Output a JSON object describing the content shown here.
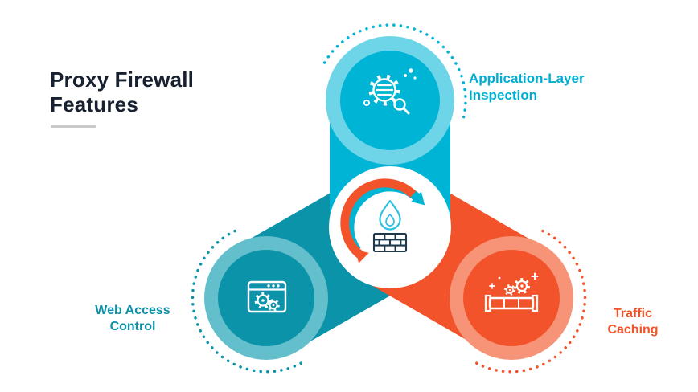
{
  "title": {
    "lines": [
      "Proxy Firewall",
      "Features"
    ],
    "color": "#18212f",
    "underline_color": "#c9c9c9"
  },
  "features": [
    {
      "name": "application-layer-inspection",
      "label_lines": [
        "Application-Layer",
        "Inspection"
      ],
      "position": "top",
      "color": "#00b4d6",
      "color_light": "#6ed5e8",
      "icon": "gear-inspection-icon"
    },
    {
      "name": "web-access-control",
      "label_lines": [
        "Web Access",
        "Control"
      ],
      "position": "bottom-left",
      "color": "#0a93a9",
      "color_light": "#63bfcc",
      "icon": "browser-gears-icon"
    },
    {
      "name": "traffic-caching",
      "label_lines": [
        "Traffic",
        "Caching"
      ],
      "position": "bottom-right",
      "color": "#f2532b",
      "color_light": "#f79478",
      "icon": "pipe-gears-icon"
    }
  ],
  "center": {
    "icon": "firewall-icon",
    "hub_color": "#ffffff",
    "arrow_top_color": "#00b4d6",
    "arrow_bottom_color": "#f2532b",
    "flame_color": "#2cc0de",
    "wall_color": "#1d3a4d"
  },
  "background": "#ffffff"
}
